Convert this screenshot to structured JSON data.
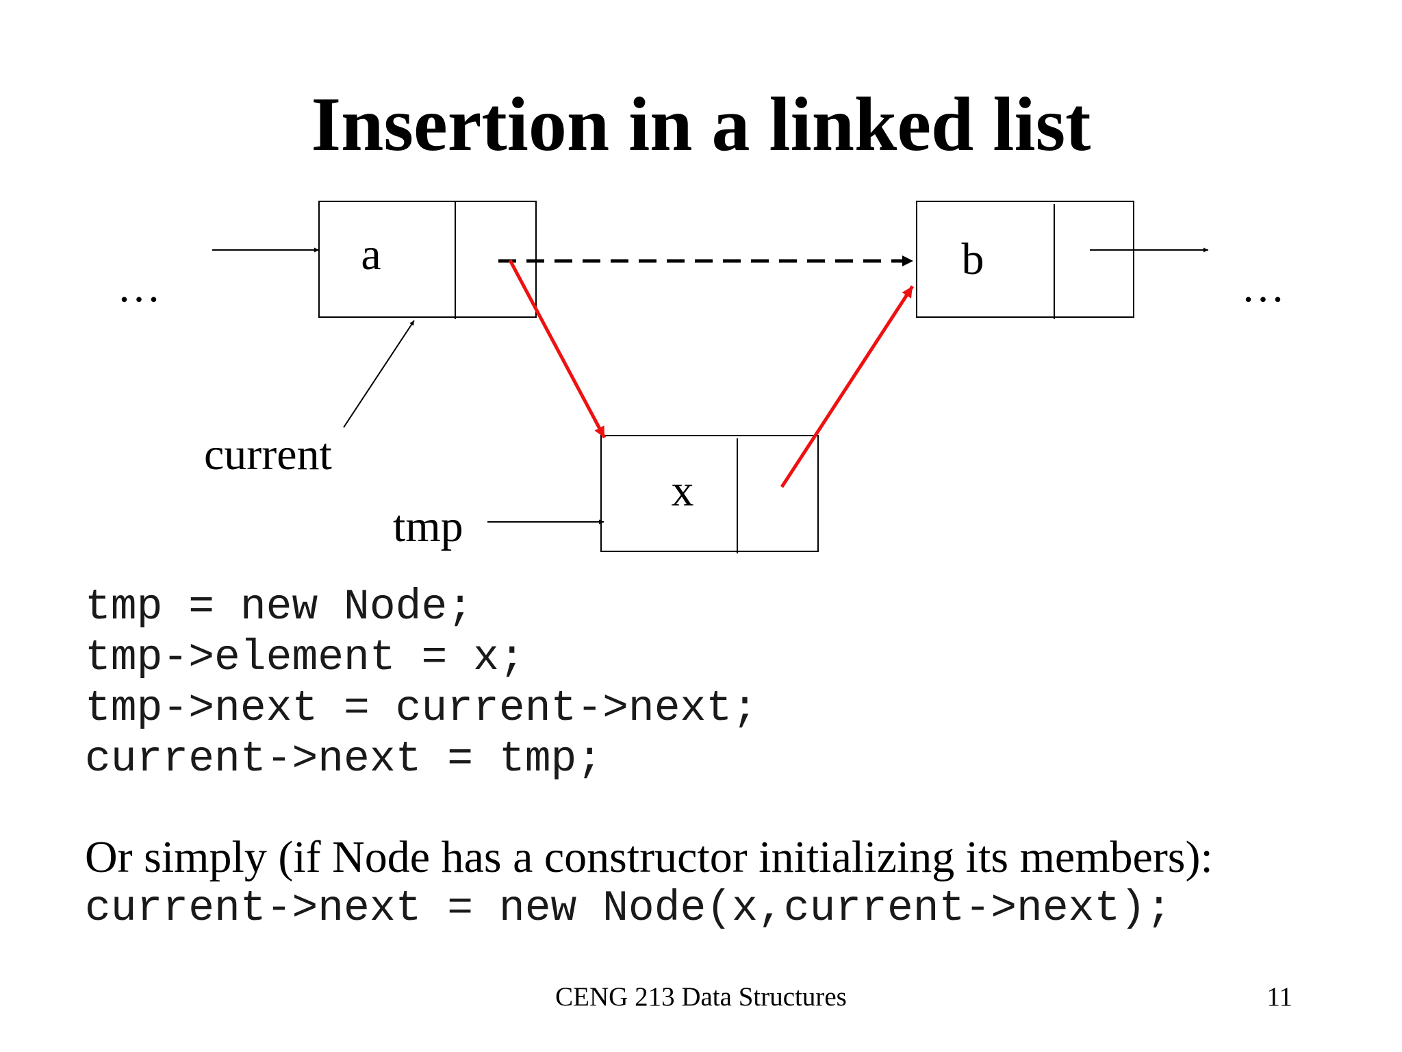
{
  "slide": {
    "title": "Insertion in a linked list",
    "footer": "CENG 213 Data Structures",
    "page_number": "11"
  },
  "diagram": {
    "ellipsis_left": "…",
    "ellipsis_right": "…",
    "nodes": [
      {
        "id": "a",
        "label": "a"
      },
      {
        "id": "b",
        "label": "b"
      },
      {
        "id": "x",
        "label": "x"
      }
    ],
    "pointer_labels": {
      "current": "current",
      "tmp": "tmp"
    },
    "colors": {
      "stroke": "#000000",
      "new_link": "#ee1111"
    }
  },
  "code": {
    "lines": [
      "tmp = new Node;",
      "tmp->element = x;",
      "tmp->next = current->next;",
      "current->next = tmp;"
    ]
  },
  "alternative": {
    "text": "Or simply (if Node has a constructor initializing its members):",
    "code": "current->next = new Node(x,current->next);"
  }
}
